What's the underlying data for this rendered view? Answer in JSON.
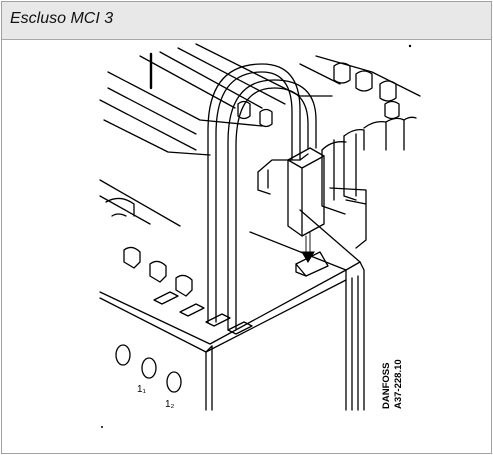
{
  "panel": {
    "title": "Escluso MCI 3"
  },
  "diagram": {
    "terminal_labels": [
      "1₁",
      "1₂"
    ],
    "brand": "DANFOSS",
    "code": "A37-228.10"
  }
}
